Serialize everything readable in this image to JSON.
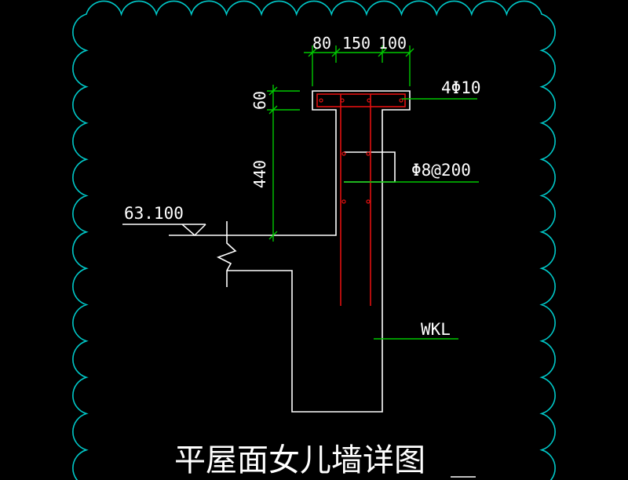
{
  "dimensions": {
    "top_left": "80",
    "top_middle": "150",
    "top_right": "100",
    "slab_height": "60",
    "wall_height": "440"
  },
  "labels": {
    "top_rebar": "4Φ10",
    "stirrup": "Φ8@200",
    "elevation": "63.100",
    "beam": "WKL"
  },
  "title": "平屋面女儿墙详图",
  "colors": {
    "background": "#000000",
    "cloud_border": "#00c8c8",
    "outline": "#ffffff",
    "dimension": "#00c800",
    "rebar": "#e01010"
  }
}
